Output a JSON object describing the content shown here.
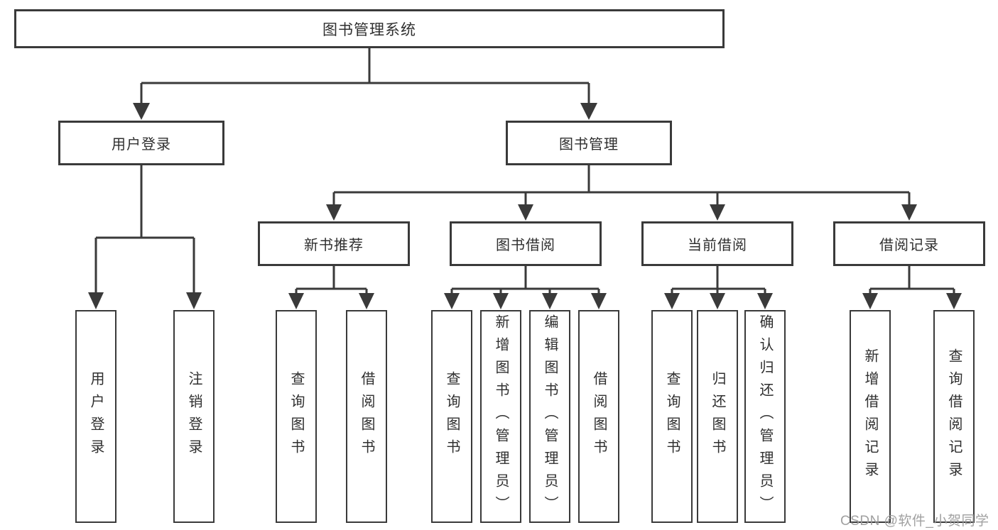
{
  "tree": {
    "label": "图书管理系统",
    "children": [
      {
        "label": "用户登录",
        "children": [
          {
            "label": "用户登录"
          },
          {
            "label": "注销登录"
          }
        ]
      },
      {
        "label": "图书管理",
        "children": [
          {
            "label": "新书推荐",
            "children": [
              {
                "label": "查询图书"
              },
              {
                "label": "借阅图书"
              }
            ]
          },
          {
            "label": "图书借阅",
            "children": [
              {
                "label": "查询图书"
              },
              {
                "label": "新增图书（管理员）"
              },
              {
                "label": "编辑图书（管理员）"
              },
              {
                "label": "借阅图书"
              }
            ]
          },
          {
            "label": "当前借阅",
            "children": [
              {
                "label": "查询图书"
              },
              {
                "label": "归还图书"
              },
              {
                "label": "确认归还（管理员）"
              }
            ]
          },
          {
            "label": "借阅记录",
            "children": [
              {
                "label": "新增借阅记录"
              },
              {
                "label": "查询借阅记录"
              }
            ]
          }
        ]
      }
    ]
  },
  "watermark": {
    "text": "CSDN @软件_小贺同学"
  },
  "colors": {
    "line": "#3a3a3a",
    "box_border": "#3a3a3a",
    "box_fill": "#ffffff",
    "text": "#2f2f2f",
    "watermark": "#9b9b9b",
    "background": "#ffffff"
  }
}
